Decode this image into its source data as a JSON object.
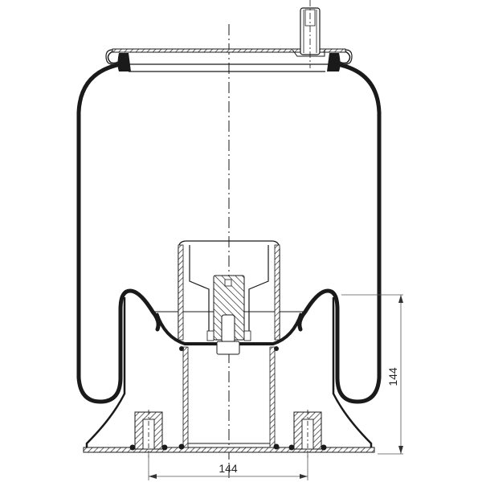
{
  "drawing": {
    "subject": "Air spring bellows cross-section",
    "dimensions": {
      "bolt_spacing": {
        "value": "144",
        "orientation": "horizontal"
      },
      "piston_height": {
        "value": "144",
        "orientation": "vertical"
      }
    },
    "colors": {
      "line": "#1a1a1a",
      "dimension_line": "#555555",
      "background": "#ffffff"
    }
  }
}
